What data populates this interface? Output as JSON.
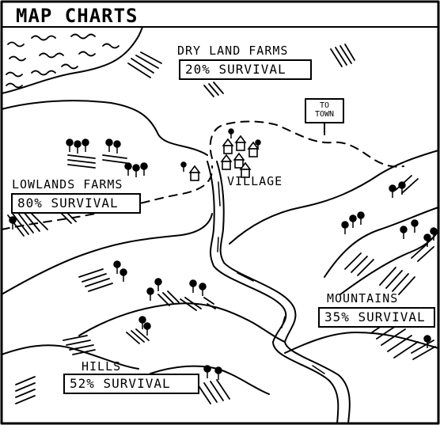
{
  "map": {
    "title": "MAP CHARTS",
    "ink_color": "#000000",
    "paper_color": "#ffffff",
    "regions": {
      "dry_land": {
        "name": "DRY LAND FARMS",
        "survival": "20% SURVIVAL"
      },
      "lowlands": {
        "name": "LOWLANDS FARMS",
        "survival": "80% SURVIVAL"
      },
      "mountains": {
        "name": "MOUNTAINS",
        "survival": "35% SURVIVAL"
      },
      "hills": {
        "name": "HILLS",
        "survival": "52% SURVIVAL"
      }
    },
    "village": {
      "name": "VILLAGE"
    },
    "sign": {
      "line1": "TO",
      "line2": "TOWN"
    }
  }
}
